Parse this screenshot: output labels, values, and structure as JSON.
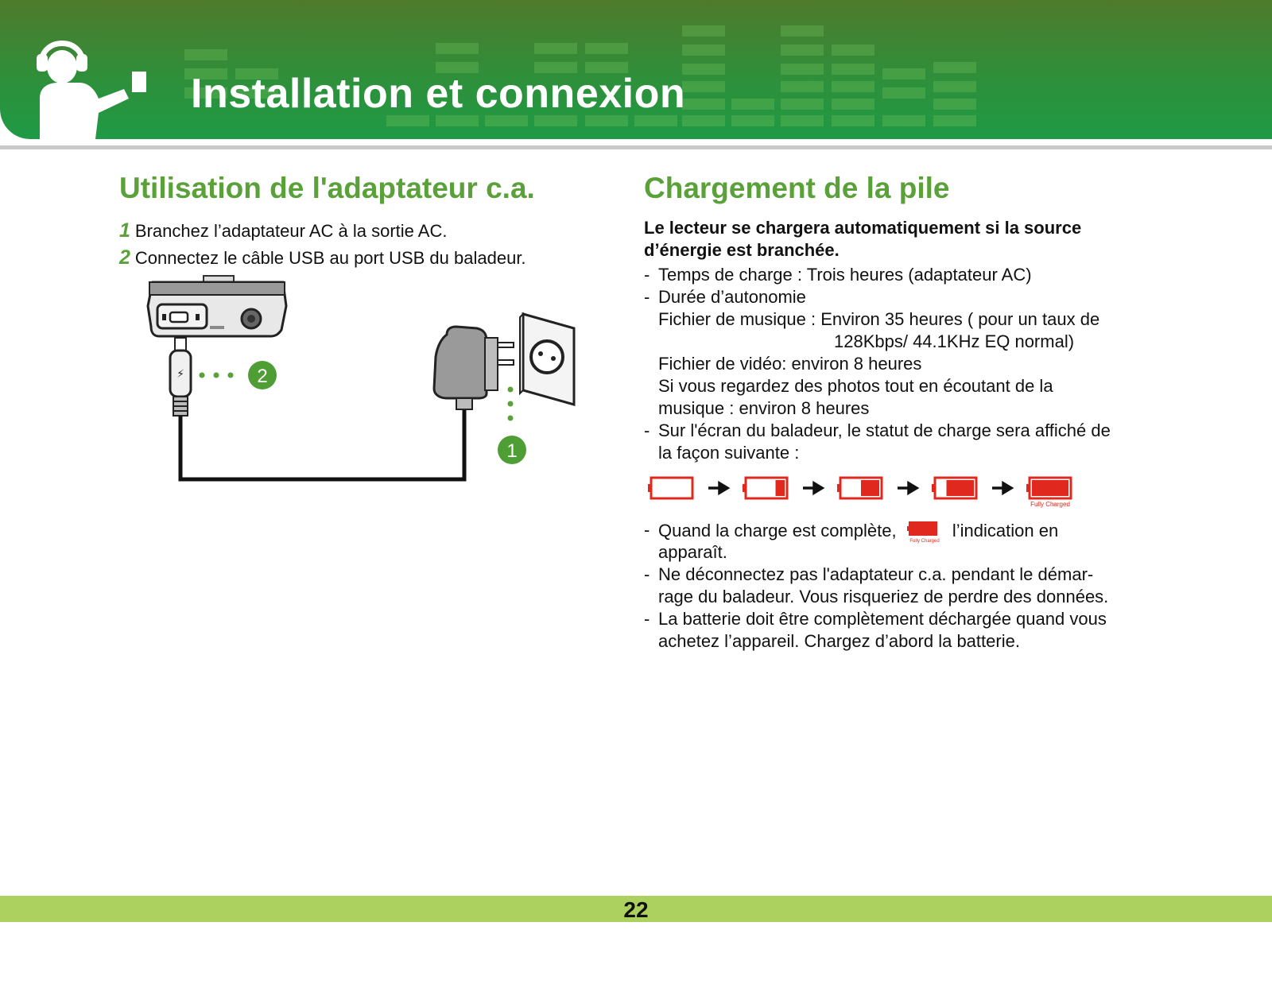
{
  "header": {
    "title": "Installation et connexion"
  },
  "left": {
    "title": "Utilisation de l'adaptateur c.a.",
    "steps": [
      {
        "num": "1",
        "text": "Branchez l’adaptateur AC à la sortie AC."
      },
      {
        "num": "2",
        "text": "Connectez le câble USB au port USB du baladeur."
      }
    ],
    "callouts": {
      "one": "1",
      "two": "2"
    }
  },
  "right": {
    "title": "Chargement de la pile",
    "lead": "Le lecteur se chargera automatiquement si la source d’énergie est branchée.",
    "dash": "-",
    "charge_time": "Temps de charge : Trois heures (adaptateur AC)",
    "autonomy_title": "Durée d’autonomie",
    "music_line1": "Fichier de musique : Environ 35 heures ( pour un taux de",
    "music_line2": "128Kbps/ 44.1KHz EQ normal)",
    "video": "Fichier de vidéo: environ 8 heures",
    "photos_line1": "Si vous regardez des photos tout en écoutant de la",
    "photos_line2": "musique : environ 8 heures",
    "screen_line1": "Sur l'écran du baladeur, le statut de charge sera affiché de",
    "screen_line2": "la façon suivante :",
    "battery_levels": [
      0,
      0.25,
      0.5,
      0.75,
      1
    ],
    "fully_charged_label": "Fully Charged",
    "complete_before": "Quand la charge est complète,",
    "complete_after": "l’indication en",
    "complete_line2": "apparaît.",
    "disconnect_line1": "Ne déconnectez pas l'adaptateur c.a. pendant le démar-",
    "disconnect_line2": "rage du baladeur. Vous risqueriez de perdre des données.",
    "battery_line1": "La batterie doit être complètement déchargée quand vous",
    "battery_line2": "achetez l’appareil. Chargez d’abord la batterie."
  },
  "colors": {
    "accent_green": "#5aa13a",
    "battery_red": "#e0281e",
    "footer_green": "#add15f"
  },
  "footer": {
    "page": "22"
  }
}
